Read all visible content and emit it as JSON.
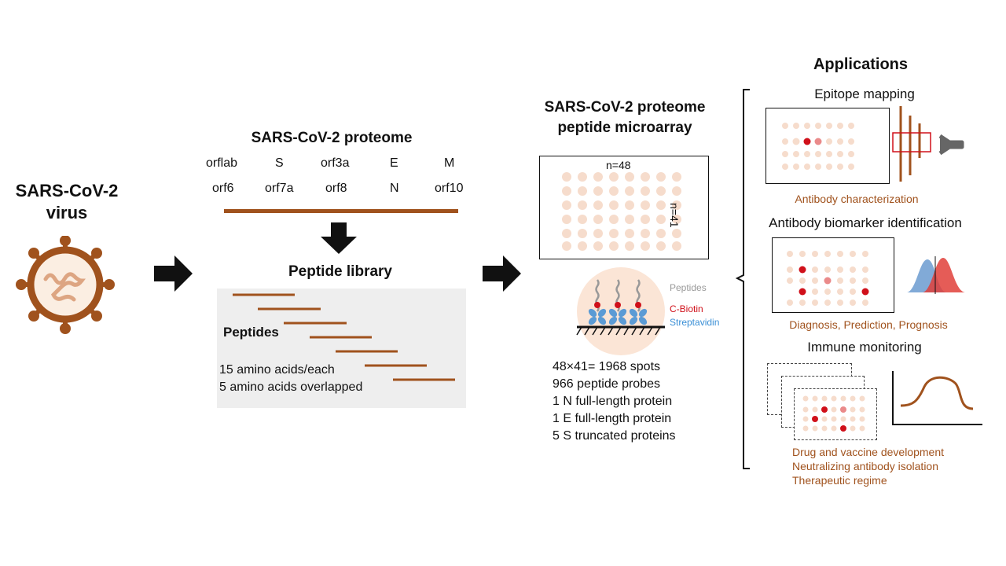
{
  "virus": {
    "title_line1": "SARS-CoV-2",
    "title_line2": "virus"
  },
  "proteome": {
    "title": "SARS-CoV-2 proteome",
    "row1": [
      "orflab",
      "S",
      "orf3a",
      "E",
      "M"
    ],
    "row2": [
      "orf6",
      "orf7a",
      "orf8",
      "N",
      "orf10"
    ]
  },
  "library": {
    "title": "Peptide library",
    "peptides_label": "Peptides",
    "length_note": "15 amino acids/each",
    "overlap_note": "5 amino acids overlapped"
  },
  "microarray": {
    "title_line1": "SARS-CoV-2 proteome",
    "title_line2": "peptide microarray",
    "cols_label": "n=48",
    "rows_label": "n=41",
    "legend": {
      "peptides": "Peptides",
      "biotin": "C-Biotin",
      "streptavidin": "Streptavidin"
    },
    "specs": [
      "48×41= 1968 spots",
      "966 peptide probes",
      "1 N full-length protein",
      "1 E full-length protein",
      "5 S truncated proteins"
    ]
  },
  "applications": {
    "title": "Applications",
    "epitope": {
      "title": "Epitope mapping",
      "caption": "Antibody characterization"
    },
    "biomarker": {
      "title": "Antibody biomarker identification",
      "caption": "Diagnosis, Prediction, Prognosis"
    },
    "immune": {
      "title": "Immune monitoring",
      "captions": [
        "Drug and vaccine development",
        "Neutralizing antibody isolation",
        "Therapeutic regime"
      ]
    }
  },
  "colors": {
    "rust": "#a0521d",
    "spot": "#f6dccc",
    "hit": "#d0101a",
    "library_bg": "#eeeeee",
    "dist_blue": "#6b9bd0",
    "dist_red": "#e0403a"
  },
  "icons": [
    "virus-icon",
    "arrow-right-icon",
    "arrow-down-icon",
    "peptide-surface-icon",
    "antibody-icon",
    "distribution-icon",
    "curve-icon"
  ]
}
